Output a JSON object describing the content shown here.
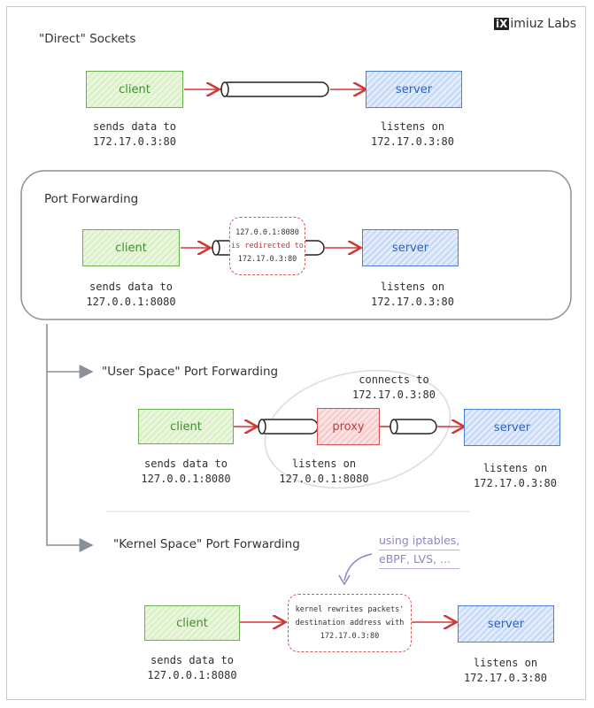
{
  "logo": {
    "mark": "iX",
    "text": "imiuz Labs"
  },
  "direct": {
    "title": "\"Direct\" Sockets",
    "client": "client",
    "server": "server",
    "client_caption_1": "sends data to",
    "client_caption_2": "172.17.0.3:80",
    "server_caption_1": "listens on",
    "server_caption_2": "172.17.0.3:80"
  },
  "port_forwarding": {
    "title": "Port Forwarding",
    "client": "client",
    "server": "server",
    "redirect_1": "127.0.0.1:8080",
    "redirect_2": "is redirected to",
    "redirect_3": "172.17.0.3:80",
    "client_caption_1": "sends data to",
    "client_caption_2": "127.0.0.1:8080",
    "server_caption_1": "listens on",
    "server_caption_2": "172.17.0.3:80"
  },
  "user_space": {
    "title": "\"User Space\" Port Forwarding",
    "client": "client",
    "proxy": "proxy",
    "server": "server",
    "connects_1": "connects to",
    "connects_2": "172.17.0.3:80",
    "client_caption_1": "sends data to",
    "client_caption_2": "127.0.0.1:8080",
    "proxy_caption_1": "listens on",
    "proxy_caption_2": "127.0.0.1:8080",
    "server_caption_1": "listens on",
    "server_caption_2": "172.17.0.3:80"
  },
  "kernel_space": {
    "title": "\"Kernel Space\" Port Forwarding",
    "note_1": "using iptables,",
    "note_2": "eBPF, LVS, ...",
    "client": "client",
    "server": "server",
    "rewrite_1": "kernel rewrites packets'",
    "rewrite_2": "destination address with",
    "rewrite_3": "172.17.0.3:80",
    "client_caption_1": "sends data to",
    "client_caption_2": "127.0.0.1:8080",
    "server_caption_1": "listens on",
    "server_caption_2": "172.17.0.3:80"
  },
  "colors": {
    "arrow": "#d03838",
    "connector": "#8a9098",
    "client_border": "#6ab04c",
    "server_border": "#4a7fd6",
    "proxy_border": "#d45050",
    "note": "#8e86c8"
  }
}
